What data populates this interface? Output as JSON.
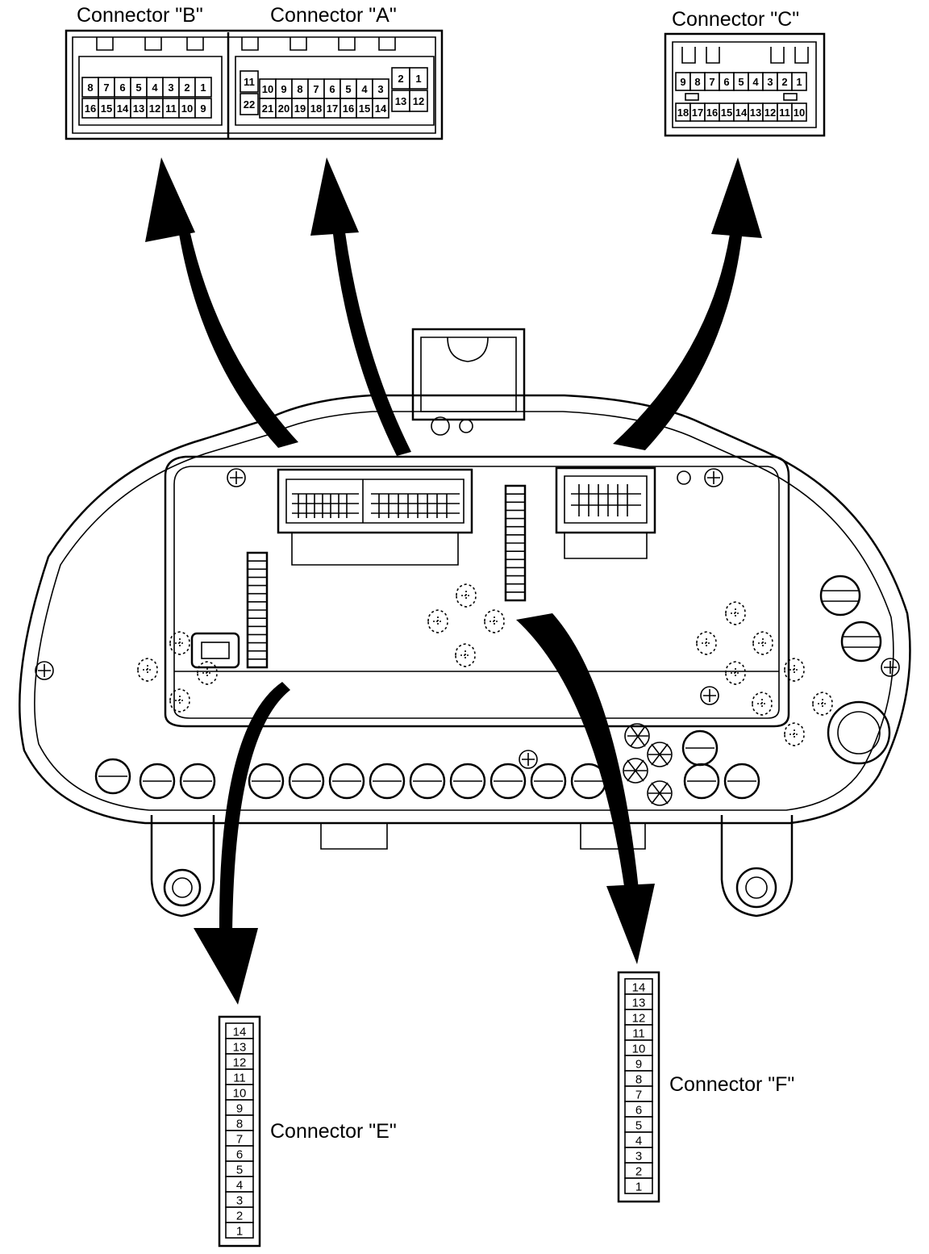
{
  "labels": {
    "connector_a": "Connector \"A\"",
    "connector_b": "Connector \"B\"",
    "connector_c": "Connector \"C\"",
    "connector_e": "Connector \"E\"",
    "connector_f": "Connector \"F\""
  },
  "connector_b": {
    "top_row": [
      "8",
      "7",
      "6",
      "5",
      "4",
      "3",
      "2",
      "1"
    ],
    "bottom_row": [
      "16",
      "15",
      "14",
      "13",
      "12",
      "11",
      "10",
      "9"
    ]
  },
  "connector_a": {
    "top_row": [
      "10",
      "9",
      "8",
      "7",
      "6",
      "5",
      "4",
      "3"
    ],
    "bottom_row": [
      "21",
      "20",
      "19",
      "18",
      "17",
      "16",
      "15",
      "14"
    ],
    "left_col": [
      "11",
      "22"
    ],
    "right_top": [
      "2",
      "1"
    ],
    "right_bottom": [
      "13",
      "12"
    ]
  },
  "connector_c": {
    "top_row": [
      "9",
      "8",
      "7",
      "6",
      "5",
      "4",
      "3",
      "2",
      "1"
    ],
    "bottom_row": [
      "18",
      "17",
      "16",
      "15",
      "14",
      "13",
      "12",
      "11",
      "10"
    ]
  },
  "connector_e": {
    "pins": [
      "14",
      "13",
      "12",
      "11",
      "10",
      "9",
      "8",
      "7",
      "6",
      "5",
      "4",
      "3",
      "2",
      "1"
    ]
  },
  "connector_f": {
    "pins": [
      "14",
      "13",
      "12",
      "11",
      "10",
      "9",
      "8",
      "7",
      "6",
      "5",
      "4",
      "3",
      "2",
      "1"
    ]
  }
}
